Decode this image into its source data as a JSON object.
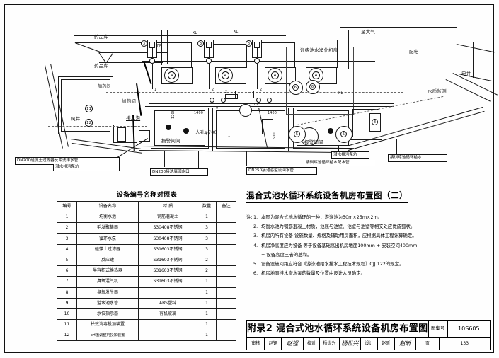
{
  "sheet": {
    "drawing_title": "混合式池水循环系统设备机房布置图（二）",
    "equipment_table_title": "设备编号名称对照表"
  },
  "equipment_table": {
    "headers": [
      "编号",
      "设备名称",
      "材 质",
      "数量",
      "备注"
    ],
    "rows": [
      {
        "no": "1",
        "name": "均衡水池",
        "material": "钢筋混凝土",
        "qty": "1",
        "remark": ""
      },
      {
        "no": "2",
        "name": "毛发聚集器",
        "material": "S30408不锈钢",
        "qty": "3",
        "remark": ""
      },
      {
        "no": "3",
        "name": "循环水泵",
        "material": "S30408不锈钢",
        "qty": "3",
        "remark": ""
      },
      {
        "no": "4",
        "name": "硅藻土过滤器",
        "material": "S31603不锈钢",
        "qty": "3",
        "remark": ""
      },
      {
        "no": "5",
        "name": "反应罐",
        "material": "S31603不锈钢",
        "qty": "2",
        "remark": ""
      },
      {
        "no": "6",
        "name": "半容积式换热器",
        "material": "S31603不锈钢",
        "qty": "2",
        "remark": ""
      },
      {
        "no": "7",
        "name": "臭氧混气机",
        "material": "S31603不锈钢",
        "qty": "1",
        "remark": ""
      },
      {
        "no": "8",
        "name": "臭氧发生器",
        "material": "",
        "qty": "1",
        "remark": ""
      },
      {
        "no": "9",
        "name": "溢水池水管",
        "material": "ABS塑料",
        "qty": "1",
        "remark": ""
      },
      {
        "no": "10",
        "name": "水位指示器",
        "material": "有机玻璃",
        "qty": "1",
        "remark": ""
      },
      {
        "no": "11",
        "name": "长效消毒投加装置",
        "material": "",
        "qty": "1",
        "remark": ""
      },
      {
        "no": "12",
        "name": "pH值调整剂投加装置",
        "material": "",
        "qty": "1",
        "remark": ""
      }
    ]
  },
  "notes": {
    "label": "注:",
    "items": [
      {
        "num": "1.",
        "text": "本图为混合式池水循环的一种，游泳池为50m×25m×2m。"
      },
      {
        "num": "2.",
        "text": "均衡水池为钢筋混凝土材质，池底与池壁、池壁与池壁等相交处应做成弧状。"
      },
      {
        "num": "3.",
        "text": "机房内所有设备-设施数量、规格及辅助用房面积，应根据具体工程计算确定。"
      },
      {
        "num": "4.",
        "text": "机房净高度应为设备 等于设备基础高出机房地面100mm + 安装空间400mm",
        "cont": "+ 设备高度三者的总和。"
      },
      {
        "num": "5.",
        "text": "设备设施间距应符合《游泳池给水排水工程技术规程》CJJ 122的规定。"
      },
      {
        "num": "6.",
        "text": "机房地面排水潜水泵的数量及位置由设计人员确定。"
      }
    ]
  },
  "title_block": {
    "main_title": "附录2 混合式池水循环系统设备机房布置图",
    "set_label": "图集号",
    "set_value": "10S605",
    "review_label": "审核",
    "review_name": "赵锂",
    "review_sig": "赵锂",
    "check_label": "校对",
    "check_name": "杨世兴",
    "check_sig": "杨世兴",
    "design_label": "设计",
    "design_name": "赵昕",
    "design_sig": "赵昕",
    "page_label": "页",
    "page_value": "133"
  },
  "drawing": {
    "rooms": [
      {
        "id": "room-chem-store-1",
        "label": "药品库"
      },
      {
        "id": "room-chem-store-2",
        "label": "药品库"
      },
      {
        "id": "room-dosing",
        "label": "加药间"
      },
      {
        "id": "room-air-shaft",
        "label": "风井"
      },
      {
        "id": "room-drain-ditch",
        "label": "排水沟"
      },
      {
        "id": "room-training-pool-plant",
        "label": "训练池水净化机房"
      },
      {
        "id": "room-power-dist",
        "label": "配电"
      },
      {
        "id": "room-elec-shaft",
        "label": "电井"
      },
      {
        "id": "room-water-quality",
        "label": "水质监测"
      },
      {
        "id": "room-alarm-left",
        "label": "报警间间"
      },
      {
        "id": "room-alarm-right",
        "label": "报警间间"
      }
    ],
    "annotations": [
      {
        "id": "ann-to-atmosphere",
        "text": "至大气"
      },
      {
        "id": "ann-manhole",
        "text": "人孔φ700"
      },
      {
        "id": "ann-dim-1200",
        "text": "1200"
      },
      {
        "id": "ann-dim-1400-a",
        "text": "1400"
      },
      {
        "id": "ann-dim-1400-b",
        "text": "1400"
      },
      {
        "id": "ann-dim-500",
        "text": "500"
      },
      {
        "id": "ann-tag-1",
        "text": "1"
      },
      {
        "id": "ann-tag-2",
        "text": "2"
      },
      {
        "id": "ann-tag-9",
        "text": "9"
      },
      {
        "id": "ann-tag-10",
        "text": "10"
      },
      {
        "id": "ann-pipe-fp",
        "text": "FP"
      },
      {
        "id": "ann-pipe-xl-1",
        "text": "XL"
      },
      {
        "id": "ann-pipe-xl-2",
        "text": "XL"
      },
      {
        "id": "ann-pipe-xl-3",
        "text": "XL"
      }
    ],
    "callouts": [
      {
        "id": "callout-backwash-drain",
        "text": "DN200硅藻土过滤器反冲洗排水管"
      },
      {
        "id": "callout-drain-sump-left",
        "text": "潜水排污泵坑"
      },
      {
        "id": "callout-pool-bottom-return",
        "text": "DN200接池底回水口"
      },
      {
        "id": "callout-pool-overflow-return",
        "text": "DN250接池浴溢流回水管"
      },
      {
        "id": "callout-training-pool-supply",
        "text": "接训练池循环给水"
      },
      {
        "id": "callout-drain-sump-right",
        "text": "潜水排污泵坑"
      },
      {
        "id": "callout-training-pool-dist",
        "text": "接训练池循环给水配水管"
      }
    ],
    "equipment_tags": [
      "3",
      "3",
      "3",
      "4",
      "4",
      "4",
      "4",
      "5",
      "5",
      "6",
      "6",
      "8",
      "11",
      "12",
      "1",
      "2",
      "2"
    ]
  },
  "colors": {
    "ink": "#1a1a1a",
    "faint": "#777777",
    "paper": "#ffffff"
  }
}
